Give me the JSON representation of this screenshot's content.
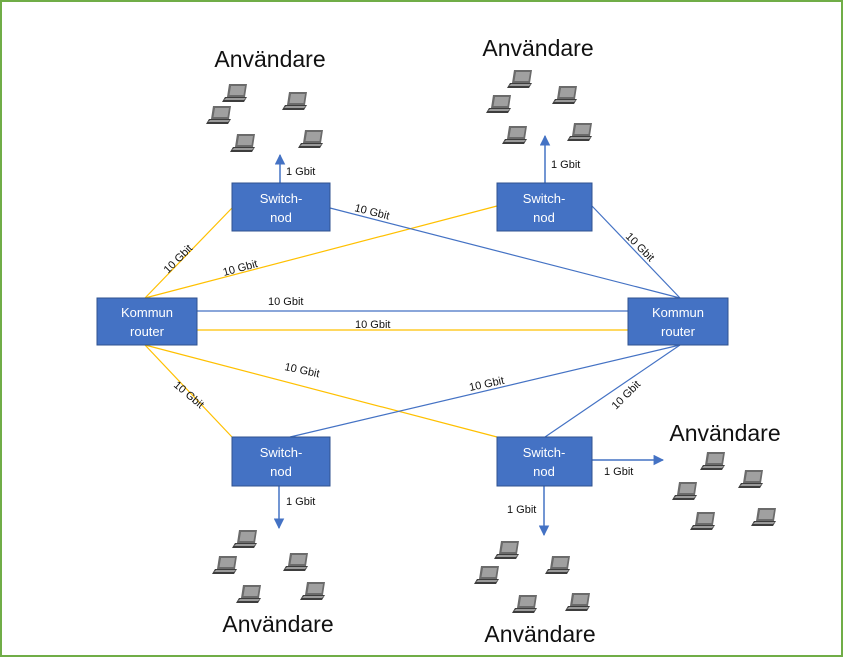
{
  "colors": {
    "frame": "#70ad47",
    "node_fill": "#4472c4",
    "node_border": "#2f528f",
    "link_blue": "#4472c4",
    "link_yellow": "#ffc000",
    "laptop_body": "#6b6b6b",
    "laptop_screen": "#9a9a9a"
  },
  "routers": [
    {
      "line1": "Kommun",
      "line2": "router"
    },
    {
      "line1": "Kommun",
      "line2": "router"
    }
  ],
  "switches": [
    {
      "line1": "Switch-",
      "line2": "nod"
    },
    {
      "line1": "Switch-",
      "line2": "nod"
    },
    {
      "line1": "Switch-",
      "line2": "nod"
    },
    {
      "line1": "Switch-",
      "line2": "nod"
    }
  ],
  "user_groups": [
    {
      "label": "Användare"
    },
    {
      "label": "Användare"
    },
    {
      "label": "Användare"
    },
    {
      "label": "Användare"
    },
    {
      "label": "Användare"
    }
  ],
  "links": {
    "uplink": "10 Gbit",
    "access": "1 Gbit"
  },
  "icons": {
    "laptop": "laptop-icon",
    "arrow": "arrow-icon"
  }
}
